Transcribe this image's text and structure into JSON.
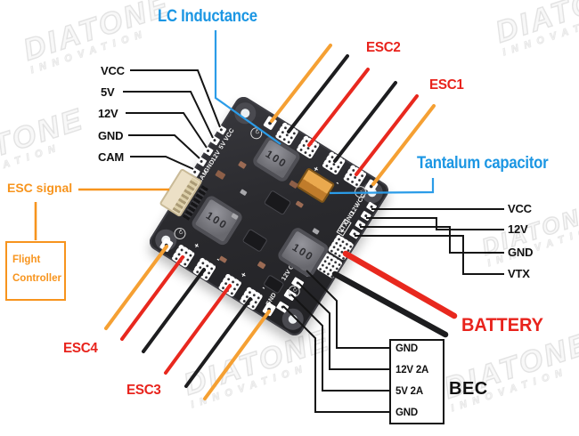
{
  "watermark": {
    "brand": "DIATONE",
    "sub": "INNOVATION"
  },
  "callouts": {
    "lc_inductance": "LC Inductance",
    "tantalum_capacitor": "Tantalum capacitor",
    "esc2": "ESC2",
    "esc1": "ESC1",
    "esc3": "ESC3",
    "esc4": "ESC4",
    "esc_signal": "ESC signal",
    "flight_controller": [
      "Flight",
      "Controller"
    ],
    "battery": "BATTERY",
    "bec": "BEC"
  },
  "pin_labels": {
    "left": [
      "VCC",
      "5V",
      "12V",
      "GND",
      "CAM"
    ],
    "right": [
      "VCC",
      "12V",
      "GND",
      "VTX"
    ],
    "bec_box": [
      "GND",
      "12V 2A",
      "5V 2A",
      "GND"
    ]
  },
  "board_silkscreen": {
    "cam_header": [
      "VCC",
      "5V",
      "12V",
      "GND",
      "CAM"
    ],
    "vtx_header": [
      "VCC",
      "12V",
      "GND",
      "VTX"
    ],
    "bec_header": [
      "GND",
      "12V",
      "5V",
      "GND"
    ],
    "inductor_marking": "100",
    "plus": "+",
    "minus": "-",
    "rotate_glyph": "↻"
  },
  "colors": {
    "callout_blue": "#1b96e3",
    "callout_red": "#e8231c",
    "callout_orange": "#f7941d",
    "wire_orange": "#f5a033",
    "wire_red": "#e8281e",
    "wire_black": "#1d1d1f",
    "board_dark": "#2b2b2e",
    "line_black": "#141414"
  }
}
